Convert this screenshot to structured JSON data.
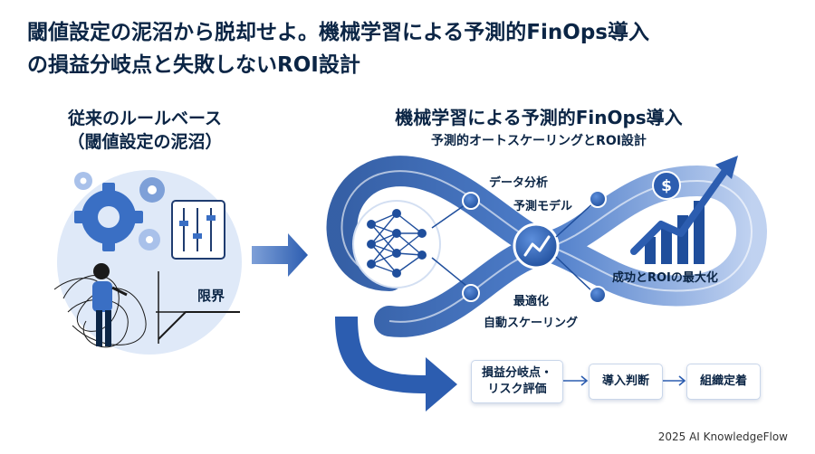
{
  "title": {
    "line1": "閾値設定の泥沼から脱却せよ。機械学習による予測的FinOps導入",
    "line2": "の損益分岐点と失敗しないROI設計"
  },
  "left": {
    "heading_line1": "従来のルールベース",
    "heading_line2": "（閾値設定の泥沼）",
    "limit_label": "限界"
  },
  "right": {
    "heading": "機械学習による予測的FinOps導入",
    "subheading": "予測的オートスケーリングとROI設計",
    "nodes": {
      "data_analysis": "データ分析",
      "prediction_model": "予測モデル",
      "optimization": "最適化",
      "autoscaling": "自動スケーリング"
    },
    "success_label": "成功とROIの最大化",
    "dollar_symbol": "$"
  },
  "flow": {
    "steps": [
      "損益分岐点・\nリスク評価",
      "導入判断",
      "組織定着"
    ]
  },
  "footer": "2025 AI KnowledgeFlow",
  "colors": {
    "dark_blue": "#1f4e9c",
    "mid_blue": "#3a6fc4",
    "light_blue": "#9bb9e8",
    "pale_blue": "#dfe9f8",
    "text": "#0b2545"
  }
}
